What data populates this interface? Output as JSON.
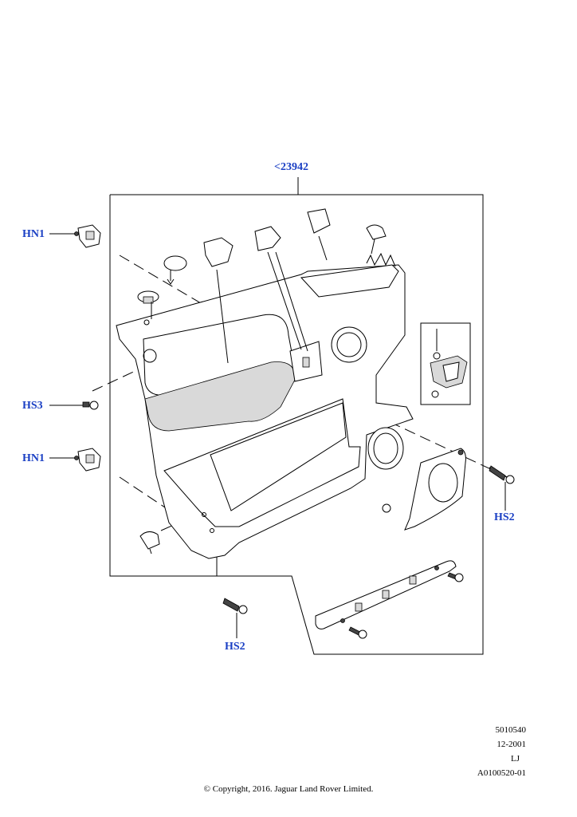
{
  "diagram": {
    "reference_label": "<23942",
    "callouts": {
      "hn1_top": "HN1",
      "hs3": "HS3",
      "hn1_bottom": "HN1",
      "hs2_right": "HS2",
      "hs2_bottom": "HS2"
    },
    "colors": {
      "callout": "#1a3fc4",
      "line": "#000000",
      "shade": "#d9d9d9"
    }
  },
  "meta": {
    "part_number": "5010540",
    "date": "12-2001",
    "initials": "LJ",
    "illustration_code": "A0100520-01"
  },
  "copyright": "© Copyright, 2016. Jaguar Land Rover Limited."
}
